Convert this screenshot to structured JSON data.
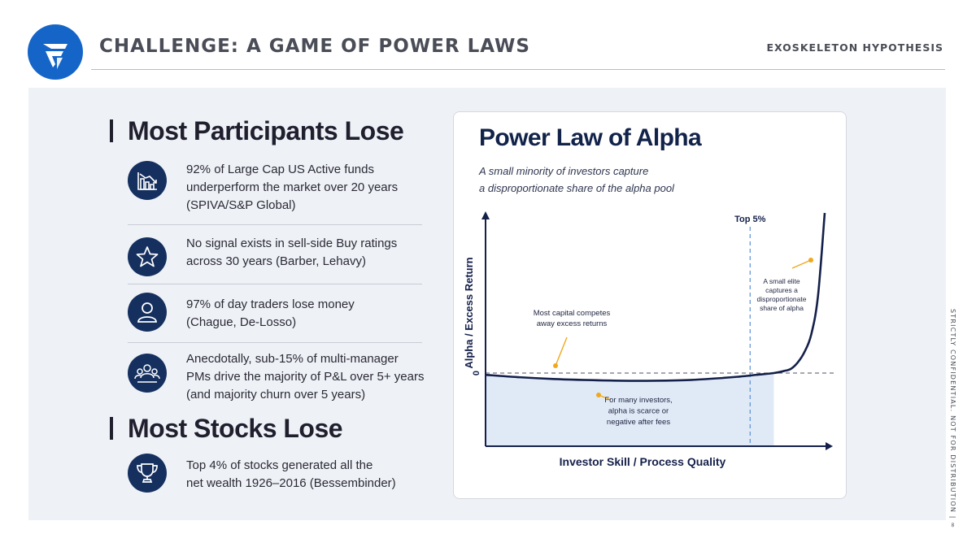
{
  "header": {
    "title": "CHALLENGE: A GAME OF POWER LAWS",
    "right_label": "EXOSKELETON HYPOTHESIS"
  },
  "sections": [
    {
      "title": "Most Participants Lose",
      "items": [
        {
          "icon": "declining-chart-icon",
          "text": "92% of Large Cap US Active funds\nunderperform the market over 20 years\n(SPIVA/S&P Global)"
        },
        {
          "icon": "star-icon",
          "text": "No signal exists in sell-side Buy ratings\nacross 30 years (Barber, Lehavy)"
        },
        {
          "icon": "person-icon",
          "text": "97% of day traders lose money\n(Chague, De-Losso)"
        },
        {
          "icon": "group-icon",
          "text": "Anecdotally, sub-15% of multi-manager\nPMs drive the majority of P&L over 5+ years\n(and majority churn over 5 years)"
        }
      ]
    },
    {
      "title": "Most Stocks Lose",
      "items": [
        {
          "icon": "trophy-icon",
          "text": "Top 4% of stocks generated all the\nnet wealth 1926–2016 (Bessembinder)"
        }
      ]
    }
  ],
  "chart": {
    "title": "Power Law of Alpha",
    "subtitle": "A small minority of investors capture\na disproportionate share of the alpha pool"
  },
  "chart_data": {
    "type": "line",
    "title": "Power Law of Alpha",
    "xlabel": "Investor Skill / Process Quality",
    "ylabel": "Alpha / Excess Return",
    "y_ticks": [
      "0"
    ],
    "x": [
      0,
      0.1,
      0.2,
      0.3,
      0.4,
      0.5,
      0.6,
      0.7,
      0.75,
      0.8,
      0.85,
      0.88,
      0.9,
      0.92,
      0.94,
      0.96,
      0.98,
      1.0
    ],
    "series": [
      {
        "values": [
          -0.05,
          -0.12,
          -0.17,
          -0.2,
          -0.22,
          -0.22,
          -0.2,
          -0.14,
          -0.1,
          -0.05,
          0.0,
          0.06,
          0.12,
          0.3,
          0.6,
          1.1,
          2.2,
          4.6
        ]
      }
    ],
    "reference_lines": [
      {
        "axis": "y",
        "value": 0,
        "style": "dashed"
      },
      {
        "axis": "x",
        "value": 0.78,
        "style": "dashed",
        "label": "Top 5%"
      }
    ],
    "annotations": [
      {
        "text": "Most capital competes\naway excess returns"
      },
      {
        "text": "For many investors,\nalpha is scarce or\nnegative after fees"
      },
      {
        "text": "A small elite\ncaptures a\ndisproportionate\nshare of alpha"
      }
    ],
    "colors": {
      "line": "#14204a",
      "fill": "#dbe6f6",
      "marker": "#f0a81c",
      "vline": "#5b8fd6"
    }
  },
  "side_note": "STRICTLY CONFIDENTIAL. NOT FOR DISTRIBUTION  |  ∞",
  "colors": {
    "accent": "#1565c8",
    "icon_bg": "#15305f",
    "panel": "#eef1f6"
  }
}
